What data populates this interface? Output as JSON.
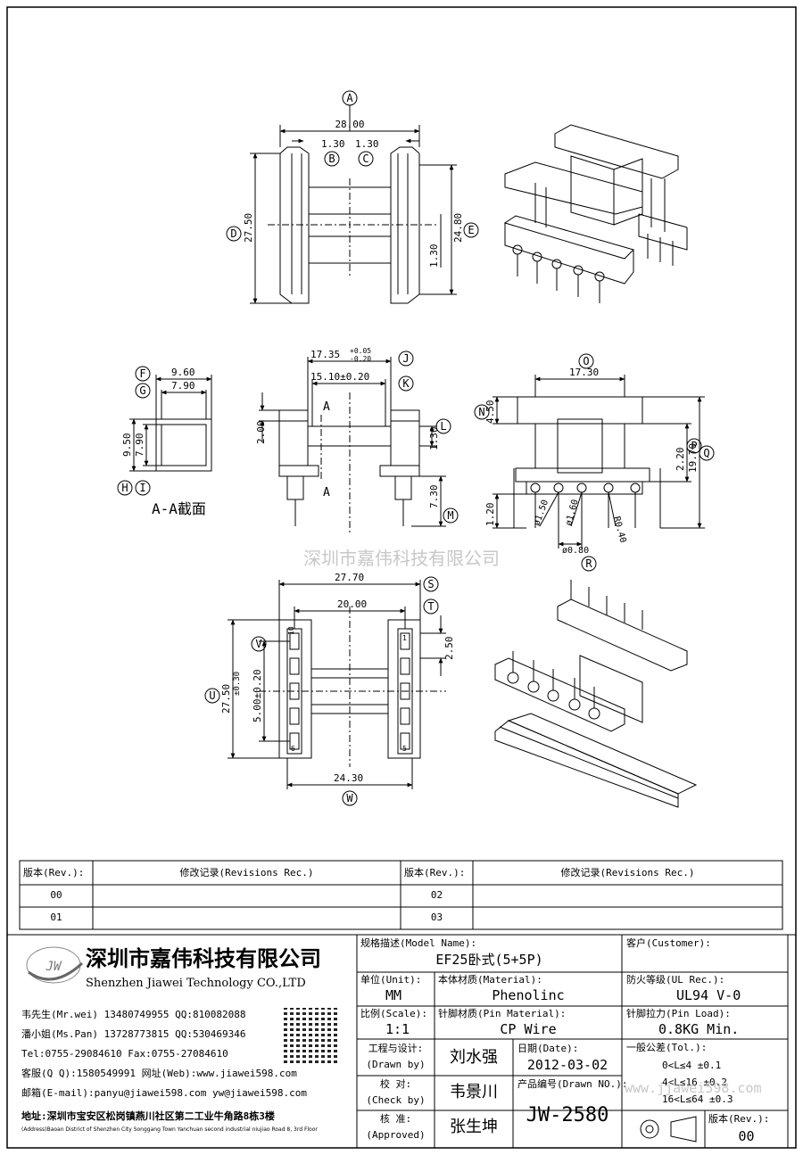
{
  "watermark": "深圳市嘉伟科技有限公司",
  "watermark_url": "www.jjawei598.com",
  "dimensions": {
    "A": "A",
    "B": "B",
    "C": "C",
    "D": "D",
    "E": "E",
    "F": "F",
    "G": "G",
    "H": "H",
    "I": "I",
    "J": "J",
    "K": "K",
    "L": "L",
    "M": "M",
    "N": "N",
    "O": "O",
    "P": "P",
    "Q": "Q",
    "R": "R",
    "S": "S",
    "T": "T",
    "U": "U",
    "V": "V",
    "W": "W",
    "v_28_00": "28.00",
    "v_1_30": "1.30",
    "v_27_50": "27.50",
    "v_24_80": "24.80",
    "v_9_60": "9.60",
    "v_7_90": "7.90",
    "v_9_50": "9.50",
    "v_17_35": "17.35",
    "v_17_35_tol_up": "+0.05",
    "v_17_35_tol_dn": "-0.20",
    "v_15_10": "15.10±0.20",
    "v_2_00": "2.00",
    "v_7_30": "7.30",
    "v_17_30": "17.30",
    "v_4_50": "4.50",
    "v_2_20": "2.20",
    "v_19_70": "19.70",
    "v_1_20": "1.20",
    "v_phi1_50": "ø1.50",
    "v_phi1_60": "ø1.60",
    "v_r0_40": "R0.40",
    "v_phi0_80": "ø0.80",
    "v_27_70": "27.70",
    "v_20_00": "20.00",
    "v_2_50": "2.50",
    "v_5_00": "5.00±0.20",
    "v_pm_0_30": "±0.30",
    "v_24_30": "24.30",
    "section_label": "A-A截面",
    "section_a": "A",
    "pin_1": "1",
    "pin_5": "5",
    "pin_6": "6",
    "pin_10": "10"
  },
  "revisions": {
    "header_rev": "版本(Rev.):",
    "header_rec": "修改记录(Revisions Rec.)",
    "rows_left": [
      "00",
      "01"
    ],
    "rows_right": [
      "02",
      "03"
    ]
  },
  "company": {
    "logo": "JW",
    "name_cn": "深圳市嘉伟科技有限公司",
    "name_en": "Shenzhen Jiawei Technology CO.,LTD",
    "contact_1": "韦先生(Mr.wei) 13480749955 QQ:810082088",
    "contact_2": "潘小姐(Ms.Pan) 13728773815 QQ:530469346",
    "contact_3": "Tel:0755-29084610     Fax:0755-27084610",
    "contact_4": "客服(Q Q):1580549991  网址(Web):www.jiawei598.com",
    "contact_5": "邮箱(E-mail):panyu@jiawei598.com  yw@jiawei598.com",
    "address_cn": "地址:深圳市宝安区松岗镇燕川社区第二工业牛角路8栋3楼",
    "address_en": "(Address)Baoan District of Shenzhen City Songgang Town Yanchuan  second industrial niujiao Road 8, 3rd Floor"
  },
  "title_block": {
    "model_label": "规格描述(Model Name):",
    "model_value": "EF25卧式(5+5P)",
    "customer_label": "客户(Customer):",
    "unit_label": "单位(Unit):",
    "unit_value": "MM",
    "material_label": "本体材质(Material):",
    "material_value": "Phenolinc",
    "ul_label": "防火等级(UL Rec.):",
    "ul_value": "UL94 V-0",
    "scale_label": "比例(Scale):",
    "scale_value": "1:1",
    "pin_material_label": "针脚材质(Pin Material):",
    "pin_material_value": "CP Wire",
    "pin_load_label": "针脚拉力(Pin Load):",
    "pin_load_value": "0.8KG Min.",
    "drawn_label_cn": "工程与设计:",
    "drawn_label_en": "(Drawn by)",
    "drawn_value": "刘水强",
    "check_label_cn": "校  对:",
    "check_label_en": "(Check by)",
    "check_value": "韦景川",
    "approved_label_cn": "核  准:",
    "approved_label_en": "(Approved)",
    "approved_value": "张生坤",
    "date_label": "日期(Date):",
    "date_value": "2012-03-02",
    "drawing_no_label": "产品编号(Drawn NO.):",
    "drawing_no_value": "JW-2580",
    "tol_label": "一般公差(Tol.):",
    "tol_1": "0<L≤4    ±0.1",
    "tol_2": "4<L≤16   ±0.2",
    "tol_3": "16<L≤64  ±0.3",
    "rev_label": "版本(Rev.):",
    "rev_value": "00"
  }
}
